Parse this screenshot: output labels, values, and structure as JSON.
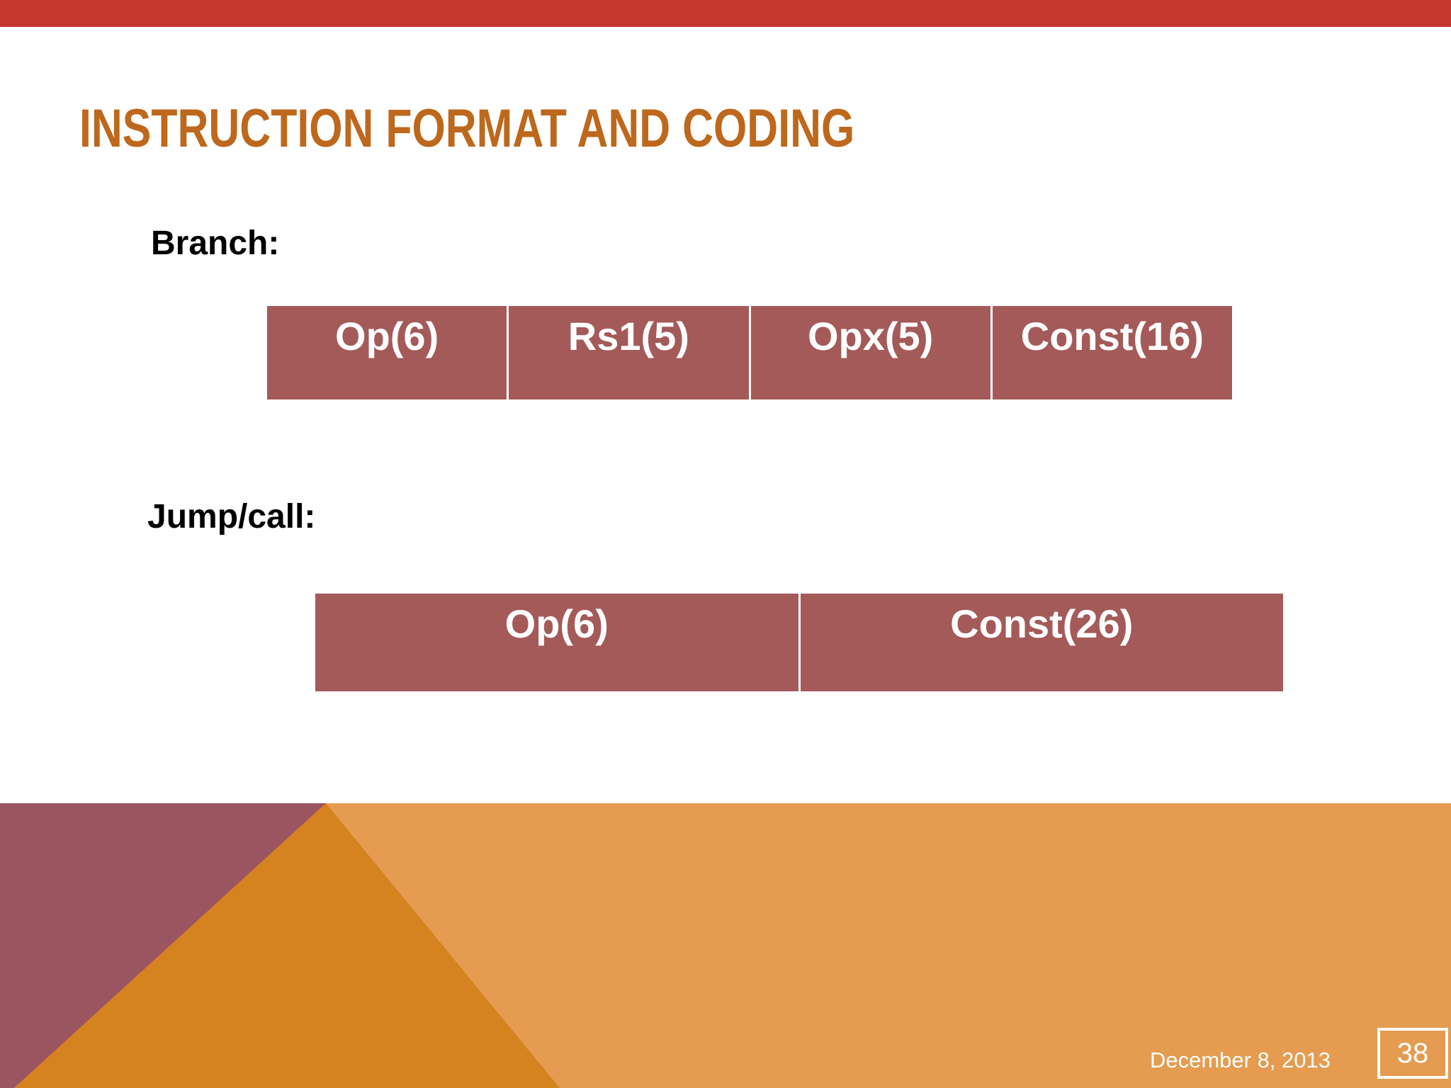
{
  "slide": {
    "title": "INSTRUCTION FORMAT AND CODING",
    "sections": [
      {
        "label": "Branch:",
        "cells": [
          "Op(6)",
          "Rs1(5)",
          "Opx(5)",
          "Const(16)"
        ]
      },
      {
        "label": "Jump/call:",
        "cells": [
          "Op(6)",
          "Const(26)"
        ]
      }
    ],
    "footer": {
      "date": "December 8, 2013",
      "page_number": "38"
    },
    "colors": {
      "top_bar": "#c5382e",
      "title_text": "#bd681c",
      "field_cell_fill": "#a45a59",
      "field_cell_text": "#ffffff",
      "section_label_text": "#000000",
      "footer_background": "#e59c50",
      "footer_triangle_dark_orange": "#d5831f",
      "footer_shape_maroon": "#9b5560",
      "footer_text": "#ffffff",
      "slide_background": "#ffffff"
    }
  }
}
